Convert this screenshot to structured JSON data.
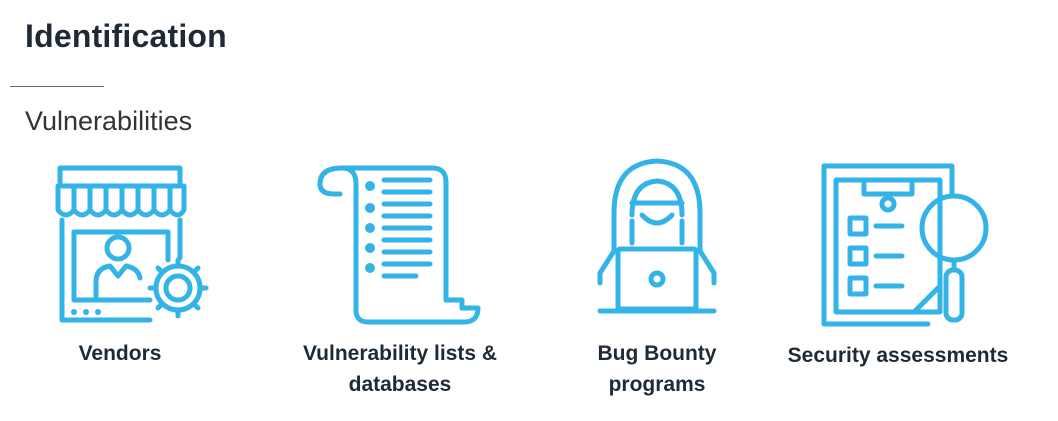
{
  "header": {
    "title": "Identification",
    "subtitle": "Vulnerabilities"
  },
  "accent_color": "#33b3e6",
  "items": [
    {
      "icon": "storefront-gear-icon",
      "label_line1": "Vendors",
      "label_line2": ""
    },
    {
      "icon": "scroll-list-icon",
      "label_line1": "Vulnerability lists &",
      "label_line2": "databases"
    },
    {
      "icon": "hooded-hacker-laptop-icon",
      "label_line1": "Bug Bounty",
      "label_line2": "programs"
    },
    {
      "icon": "checklist-magnifier-icon",
      "label_line1": "Security assessments",
      "label_line2": ""
    }
  ]
}
